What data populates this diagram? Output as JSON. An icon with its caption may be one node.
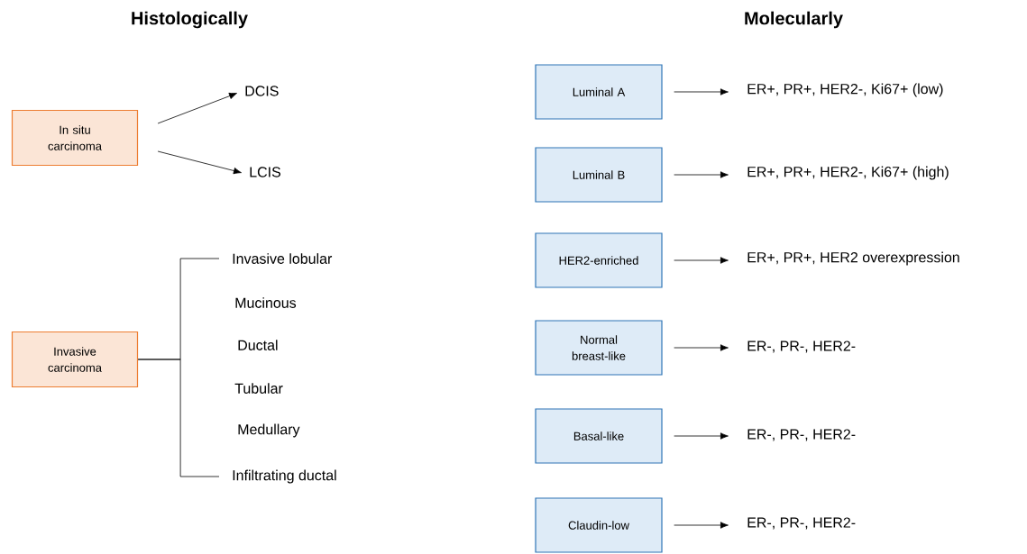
{
  "diagram": {
    "nodes": [
      {
        "text": [
          "In situ carcinoma"
        ]
      },
      {
        "text": [
          "DCIS"
        ]
      },
      {
        "text": [
          "LCIS"
        ]
      },
      {
        "text": [
          "Invasive carcinoma"
        ]
      },
      {
        "text": [
          "Invasive lobular"
        ]
      },
      {
        "text": [
          "Infiltrating ductal"
        ]
      },
      {
        "text": [
          "Luminal A"
        ]
      },
      {
        "text": [
          "ER+, PR+, HER2-, Ki67+ (low)"
        ]
      },
      {
        "text": [
          "Luminal B"
        ]
      },
      {
        "text": [
          "ER+, PR+, HER2-, Ki67+ (high)"
        ]
      },
      {
        "text": [
          "HER2-enriched"
        ]
      },
      {
        "text": [
          "ER+, PR+, HER2 overexpression"
        ]
      },
      {
        "text": [
          "Normal breast-like"
        ]
      },
      {
        "text": [
          "ER-, PR-, HER2-"
        ]
      },
      {
        "text": [
          "Basal-like"
        ]
      },
      {
        "text": [
          "ER-, PR-, HER2-"
        ]
      },
      {
        "text": [
          "Claudin-low"
        ]
      },
      {
        "text": [
          "ER-, PR-, HER2-"
        ]
      }
    ],
    "edges": [
      {
        "from": 0,
        "to": 1,
        "arrow": "to"
      },
      {
        "from": 0,
        "to": 2,
        "arrow": "to"
      },
      {
        "from": 3,
        "to": 4,
        "arrow": "none"
      },
      {
        "from": 3,
        "to": 5,
        "arrow": "none"
      },
      {
        "from": 6,
        "to": 7,
        "arrow": "to"
      },
      {
        "from": 8,
        "to": 9,
        "arrow": "to"
      },
      {
        "from": 10,
        "to": 11,
        "arrow": "to"
      },
      {
        "from": 12,
        "to": 13,
        "arrow": "to"
      },
      {
        "from": 14,
        "to": 15,
        "arrow": "to"
      },
      {
        "from": 16,
        "to": 17,
        "arrow": "to"
      }
    ],
    "labels": [
      "Histologically",
      "Molecularly",
      "Mucinous",
      "Ductal",
      "Tubular",
      "Medullary"
    ]
  }
}
